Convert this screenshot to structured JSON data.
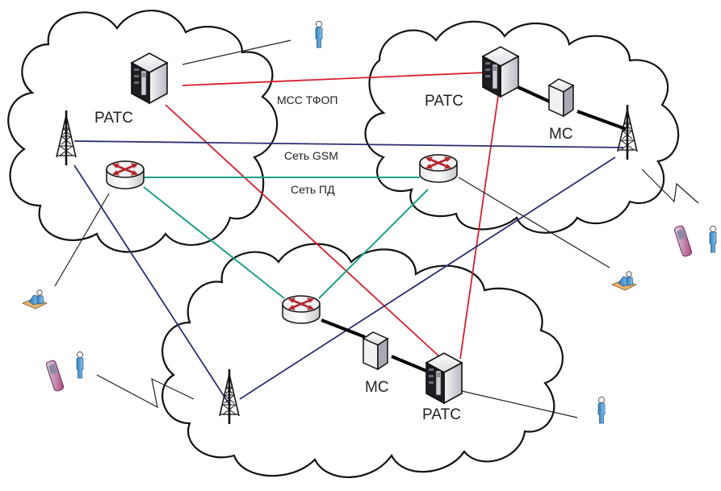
{
  "diagram": {
    "title": "",
    "clouds": [
      {
        "id": "cloud-nw"
      },
      {
        "id": "cloud-ne"
      },
      {
        "id": "cloud-s"
      }
    ],
    "nodes": {
      "ratc_nw": {
        "label": "РАТС",
        "type": "switch"
      },
      "ratc_ne": {
        "label": "РАТС",
        "type": "switch"
      },
      "ratc_s": {
        "label": "РАТС",
        "type": "switch"
      },
      "mc_ne": {
        "label": "МС",
        "type": "media-server"
      },
      "mc_s": {
        "label": "МС",
        "type": "media-server"
      },
      "router_nw": {
        "type": "router"
      },
      "router_ne": {
        "type": "router"
      },
      "router_s": {
        "type": "router"
      },
      "tower_nw": {
        "type": "radio-tower"
      },
      "tower_ne": {
        "type": "radio-tower"
      },
      "tower_s": {
        "type": "radio-tower"
      }
    },
    "network_labels": {
      "pstn": "МСС ТФОП",
      "gsm": "Сеть GSM",
      "data": "Сеть ПД"
    },
    "colors": {
      "pstn_link": "#d6202e",
      "gsm_link": "#2c2f73",
      "data_link": "#1e9e8c",
      "trunk_link": "#000000",
      "user_link": "#222222"
    },
    "endpoints": [
      {
        "type": "user"
      },
      {
        "type": "user"
      },
      {
        "type": "user"
      },
      {
        "type": "laptop-user"
      },
      {
        "type": "laptop-user"
      },
      {
        "type": "mobile-phone-user"
      },
      {
        "type": "mobile-phone-user"
      }
    ]
  }
}
